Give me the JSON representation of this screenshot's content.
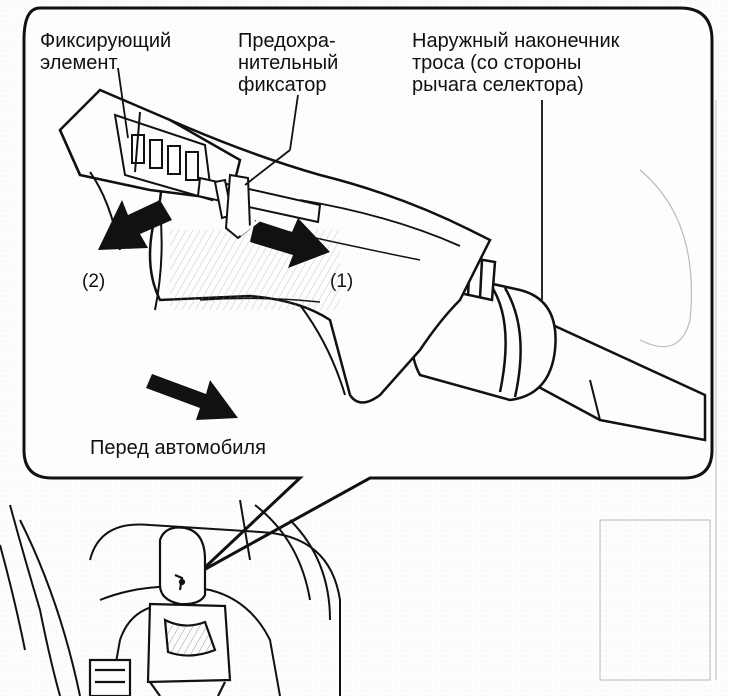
{
  "labels": {
    "locking_element": "Фиксирующий\nэлемент",
    "safety_lock": "Предохра-\nнительный\nфиксатор",
    "outer_cable_end": "Наружный наконечник\nтроса (со стороны\nрычага селектора)",
    "vehicle_front": "Перед автомобиля"
  },
  "callouts": {
    "step_1": "(1)",
    "step_2": "(2)"
  },
  "colors": {
    "ink": "#111111",
    "paper": "#fdfdfd"
  }
}
